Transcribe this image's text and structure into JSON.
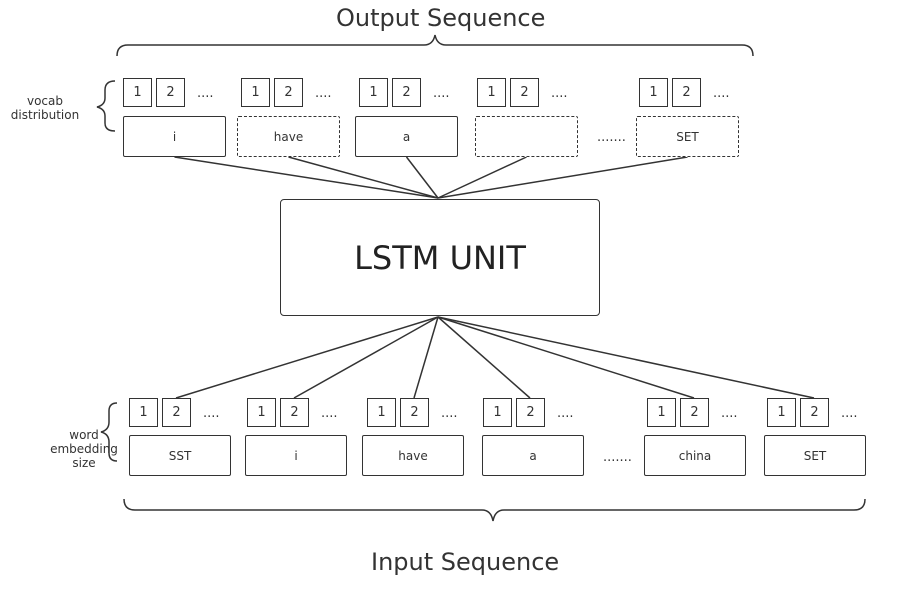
{
  "output_sequence_title": "Output Sequence",
  "input_sequence_title": "Input Sequence",
  "lstm_label": "LSTM UNIT",
  "vocab_label": [
    "vocab",
    "distribution"
  ],
  "embedding_label": [
    "word",
    "embedding",
    "size"
  ],
  "cell_labels": [
    "1",
    "2"
  ],
  "ellipsis": "....",
  "sequence_ellipsis": ".......",
  "output_tokens": [
    {
      "label": "i",
      "dashed": false
    },
    {
      "label": "have",
      "dashed": true
    },
    {
      "label": "a",
      "dashed": false
    },
    {
      "label": "",
      "dashed": true
    },
    {
      "label": "SET",
      "dashed": true
    }
  ],
  "input_tokens": [
    {
      "label": "SST"
    },
    {
      "label": "i"
    },
    {
      "label": "have"
    },
    {
      "label": "a"
    },
    {
      "label": "china"
    },
    {
      "label": "SET"
    }
  ]
}
